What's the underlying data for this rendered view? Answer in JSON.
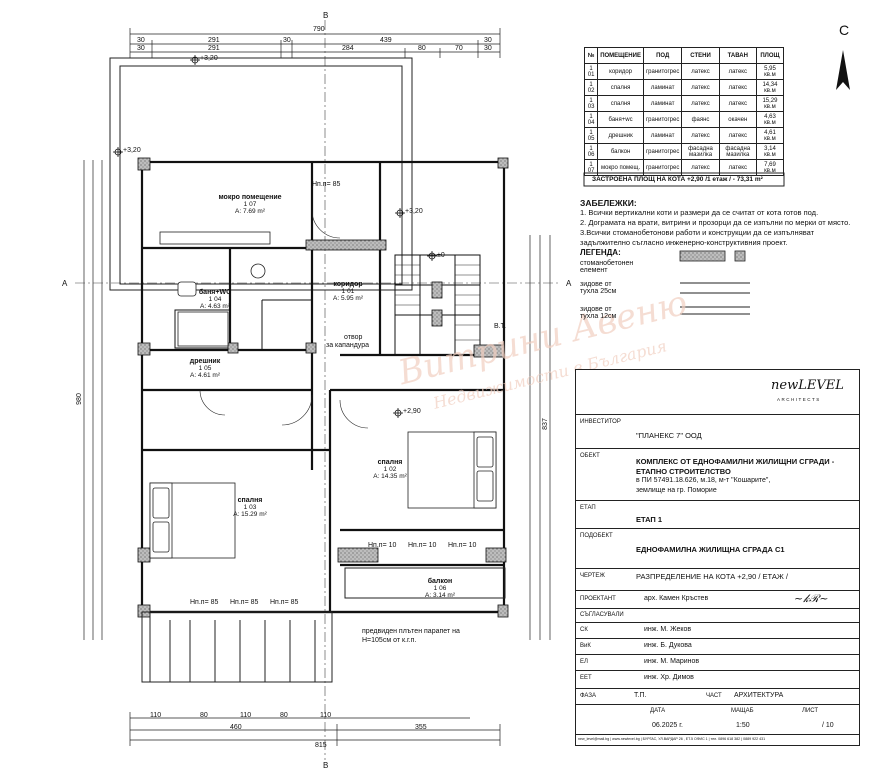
{
  "north_label": "С",
  "section_labels": [
    "A",
    "A",
    "B",
    "B"
  ],
  "overall_dims": {
    "top_total": "790",
    "top_row1": [
      "30",
      "291",
      "30",
      "439",
      "30"
    ],
    "top_row2": [
      "30",
      "291",
      "284",
      "80",
      "70",
      "30"
    ],
    "bottom_total": "815",
    "bottom_row": [
      "460",
      "355"
    ],
    "bottom_row2": [
      "110",
      "80",
      "110",
      "80",
      "110"
    ],
    "left_total": "980",
    "right_total": "837"
  },
  "levels": [
    "+3,20",
    "+3,20",
    "+3,20",
    "+2,90",
    "±0"
  ],
  "rooms": [
    {
      "name": "мокро помещение",
      "num": "1 07",
      "area": "A: 7.69 m²"
    },
    {
      "name": "баня+WC",
      "num": "1 04",
      "area": "A: 4.63 m²"
    },
    {
      "name": "коридор",
      "num": "1 01",
      "area": "A: 5.95 m²"
    },
    {
      "name": "дрешник",
      "num": "1 05",
      "area": "A: 4.61 m²"
    },
    {
      "name": "спалня",
      "num": "1 02",
      "area": "A: 14.35 m²"
    },
    {
      "name": "спалня",
      "num": "1 03",
      "area": "A: 15.29 m²"
    },
    {
      "name": "балкон",
      "num": "1 06",
      "area": "A: 3.14 m²"
    }
  ],
  "plan_notes": {
    "opening": "отвор",
    "opening2": "за капандура",
    "bt": "B.T.",
    "parapet1": "предвиден плътен парапет на",
    "parapet2": "H=105см от к.г.п.",
    "sill": "Hп.п= 85",
    "sill2": "Hп.п= 10"
  },
  "room_table": {
    "headers": [
      "№",
      "ПОМЕЩЕНИЕ",
      "ПОД",
      "СТЕНИ",
      "ТАВАН",
      "ПЛОЩ"
    ],
    "rows": [
      [
        "1 01",
        "коридор",
        "гранитогрес",
        "латекс",
        "латекс",
        "5,95 кв.м"
      ],
      [
        "1 02",
        "спалня",
        "ламинат",
        "латекс",
        "латекс",
        "14,34 кв.м"
      ],
      [
        "1 03",
        "спалня",
        "ламинат",
        "латекс",
        "латекс",
        "15,29 кв.м"
      ],
      [
        "1 04",
        "баня+wc",
        "гранитогрес",
        "фаянс",
        "окачен",
        "4,63 кв.м"
      ],
      [
        "1 05",
        "дрешник",
        "ламинат",
        "латекс",
        "латекс",
        "4,61 кв.м"
      ],
      [
        "1 06",
        "балкон",
        "гранитогрес",
        "фасадна мазилка",
        "фасадна мазилка",
        "3,14 кв.м"
      ],
      [
        "1 07",
        "мокро помещ.",
        "гранитогрес",
        "латекс",
        "латекс",
        "7,69 кв.м"
      ]
    ]
  },
  "built_area": "ЗАСТРОЕНА ПЛОЩ НА КОТА +2,90 /1 етаж / - 73,31 m²",
  "notes": {
    "title": "ЗАБЕЛЕЖКИ:",
    "items": [
      "1. Всички вертикални коти и размери да се считат от кота готов под.",
      "2. Дограмата на врати, витрини и прозорци да се изпълни по мерки от място.",
      "3.Всички стоманобетонови работи и конструкции да се изпълняват",
      "задължително съгласно инженерно-конструктивния проект."
    ]
  },
  "legend": {
    "title": "ЛЕГЕНДА:",
    "items": [
      "стоманобетонен елемент",
      "зидове от тухла 25см",
      "зидове от тухла 12см"
    ]
  },
  "title_block": {
    "logo": "newLEVEL",
    "logo_sub": "ARCHITECTS",
    "investor_label": "ИНВЕСТИТОР",
    "investor": "\"ПЛАНЕКС 7\" ООД",
    "object_label": "ОБЕКТ",
    "object_line1": "КОМПЛЕКС ОТ ЕДНОФАМИЛНИ ЖИЛИЩНИ СГРАДИ -",
    "object_line2": "ЕТАПНО СТРОИТЕЛСТВО",
    "object_line3": "в  ПИ 57491.18.626, м.18, м-т \"Кошарите\",",
    "object_line4": "землище на гр. Поморие",
    "stage_label": "ЕТАП",
    "stage": "ЕТАП 1",
    "subobject_label": "ПОДОБЕКТ",
    "subobject": "ЕДНОФАМИЛНА ЖИЛИЩНА СГРАДА С1",
    "drawing_label": "ЧЕРТЕЖ",
    "drawing": "РАЗПРЕДЕЛЕНИЕ НА КОТА +2,90 / ЕТАЖ /",
    "designer_label": "ПРОЕКТАНТ",
    "designer": "арх. Камен Кръстев",
    "agreed_label": "СЪГЛАСУВАЛИ",
    "approvals": [
      {
        "label": "СК",
        "name": "инж. М. Жеков"
      },
      {
        "label": "ВиК",
        "name": "инж. Б. Дукова"
      },
      {
        "label": "ЕЛ",
        "name": "инж. М. Маринов"
      },
      {
        "label": "ЕЕТ",
        "name": "инж. Хр. Димов"
      }
    ],
    "phase_label": "ФАЗА",
    "phase": "Т.П.",
    "part_label": "ЧАСТ",
    "part": "АРХИТЕКТУРА",
    "date_label": "ДАТА",
    "date": "06.2025 г.",
    "scale_label": "МАЩАБ",
    "scale": "1:50",
    "sheet_label": "ЛИСТ",
    "sheet": "/ 10",
    "footer": "new_level@mail.bg | www.newlevel.bg | БУРГАС, УЛ.ВАРДАР 26 , ЕТ.5 ОФИС 1 | тел. 0896 618 382 | 0889 922 431"
  },
  "watermark": "Витрини Авеню",
  "watermark2": "Недвижимости в България"
}
